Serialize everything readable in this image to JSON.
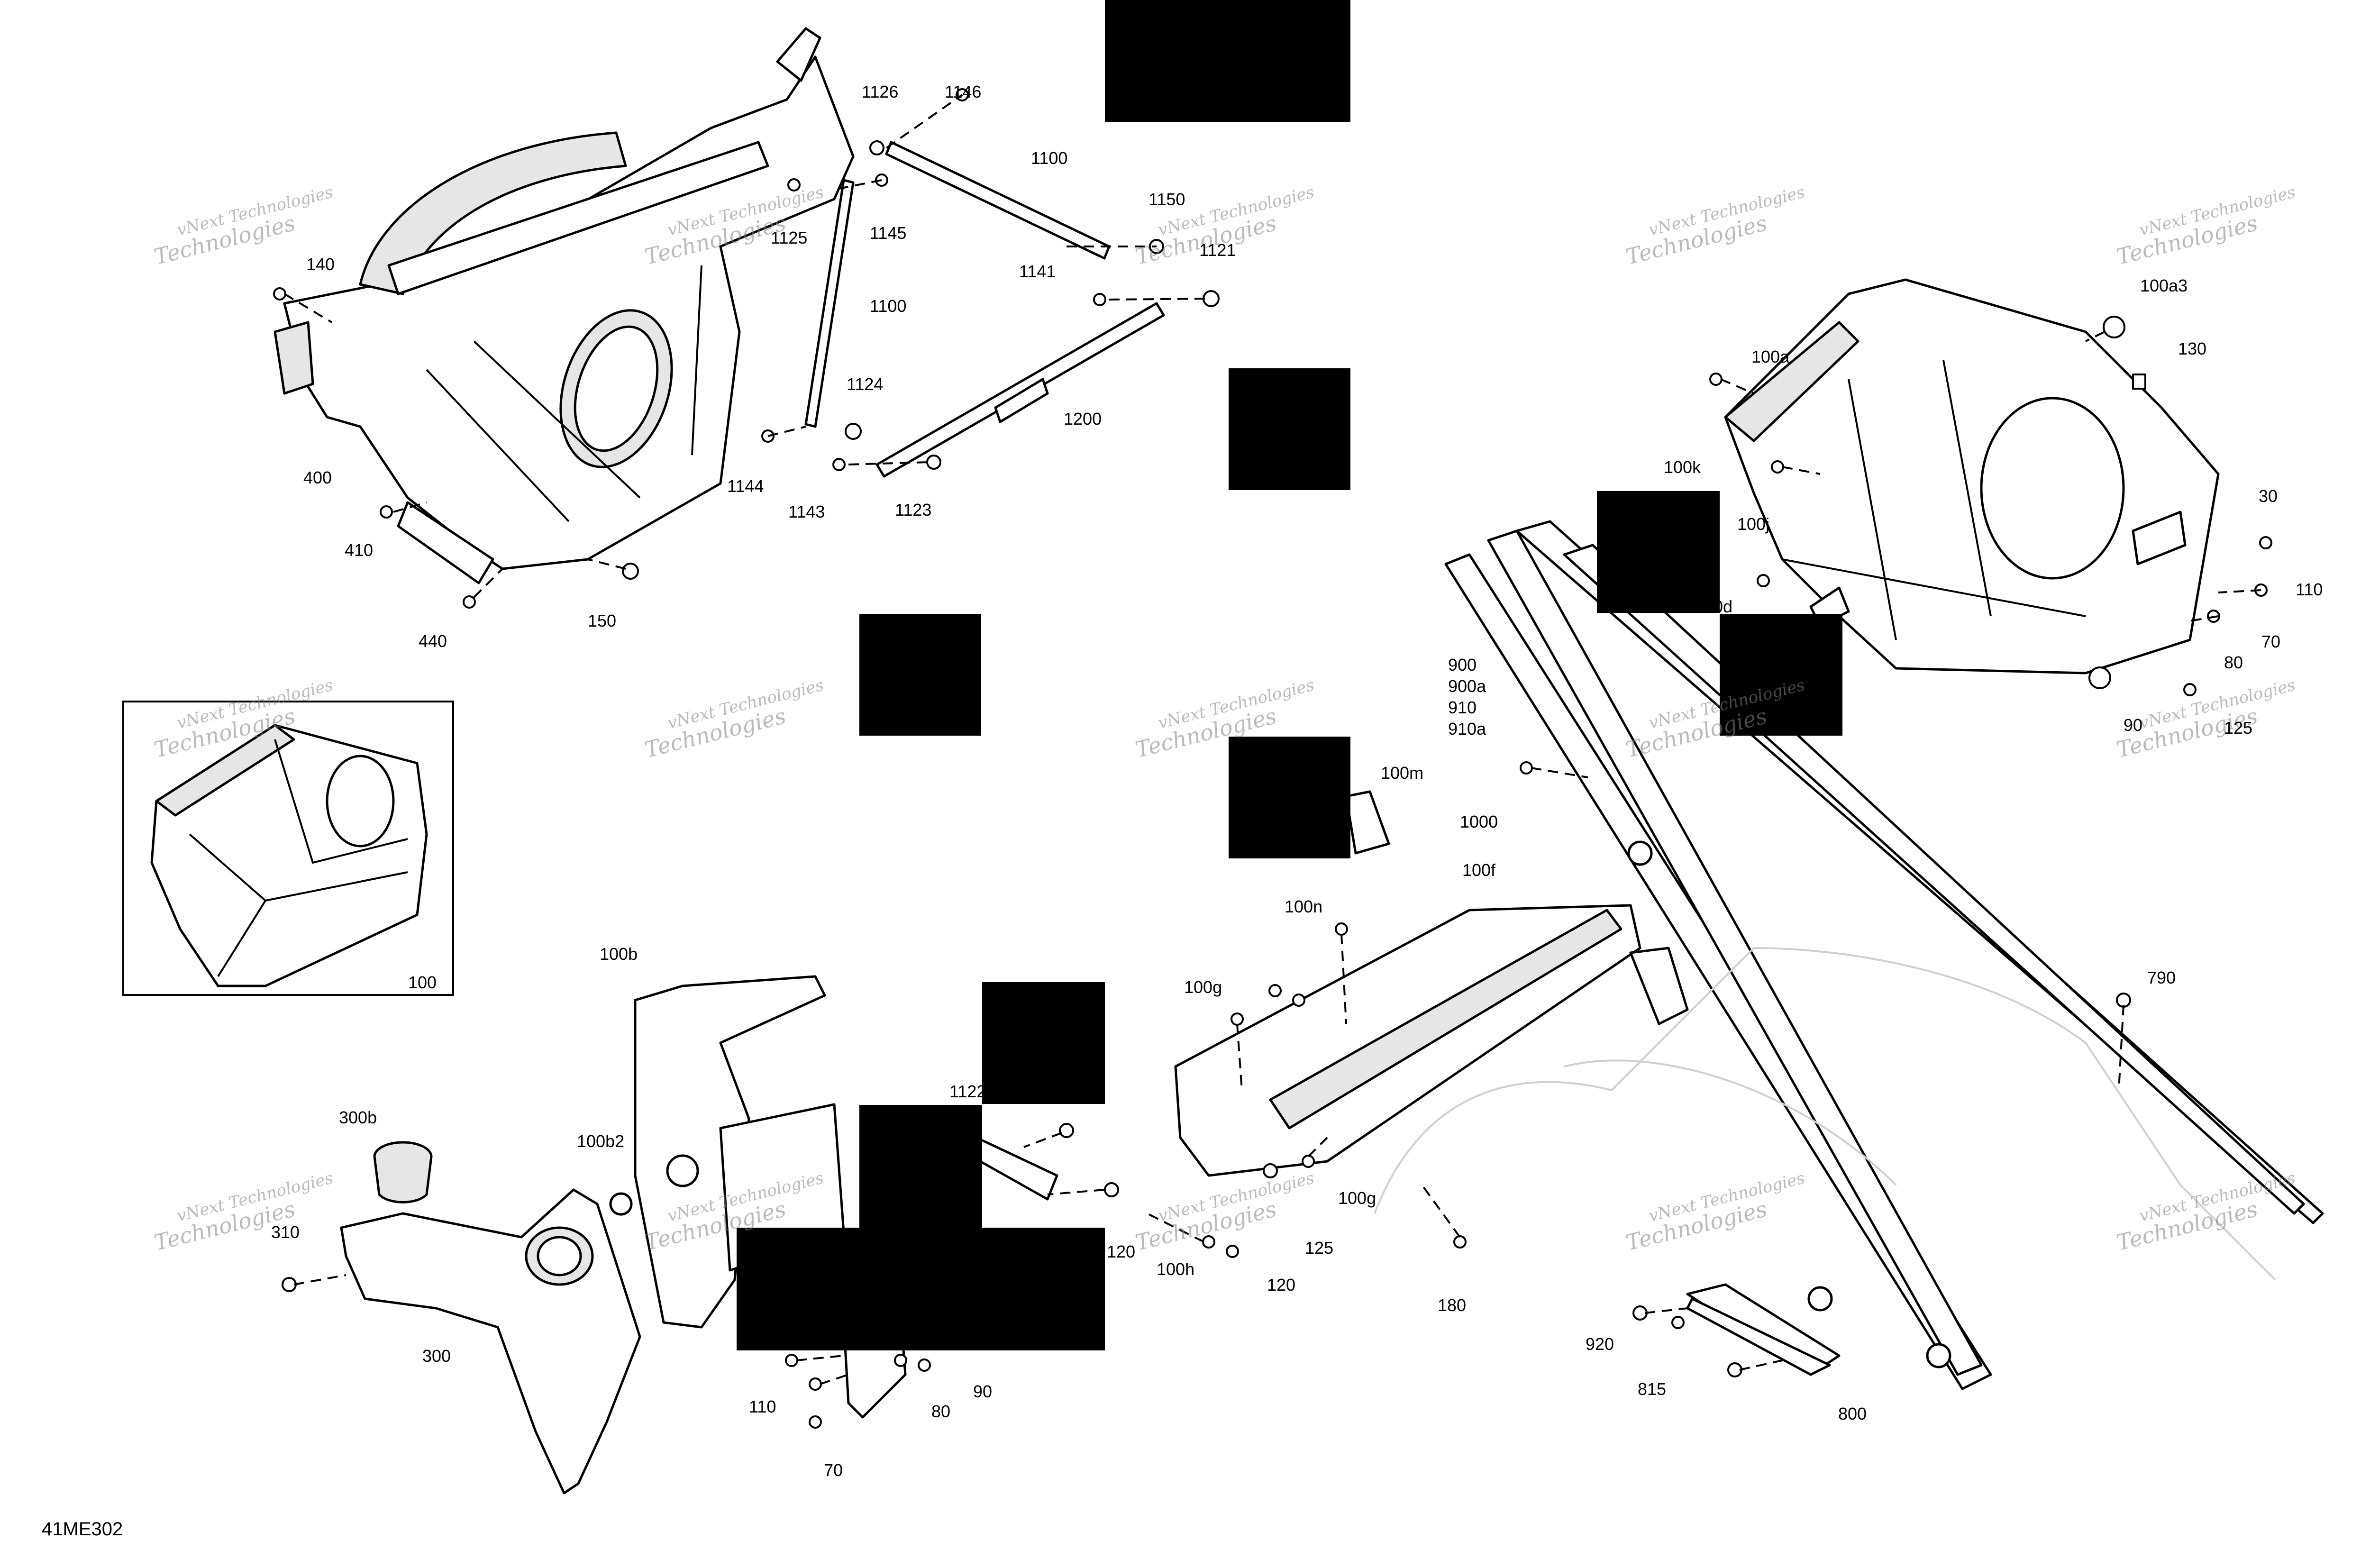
{
  "diagram": {
    "diagram_id": "41ME302",
    "watermark": {
      "line1": "vNext Technologies",
      "line2": "Technologies"
    },
    "callouts": [
      {
        "key": "c1126",
        "label": "1126"
      },
      {
        "key": "c1146",
        "label": "1146"
      },
      {
        "key": "c1100a",
        "label": "1100"
      },
      {
        "key": "c1125",
        "label": "1125"
      },
      {
        "key": "c1145",
        "label": "1145"
      },
      {
        "key": "c1150",
        "label": "1150"
      },
      {
        "key": "c1121",
        "label": "1121"
      },
      {
        "key": "c140",
        "label": "140"
      },
      {
        "key": "c1100b",
        "label": "1100"
      },
      {
        "key": "c1141",
        "label": "1141"
      },
      {
        "key": "c1124",
        "label": "1124"
      },
      {
        "key": "c1200",
        "label": "1200"
      },
      {
        "key": "c400",
        "label": "400"
      },
      {
        "key": "c1144",
        "label": "1144"
      },
      {
        "key": "c1143",
        "label": "1143"
      },
      {
        "key": "c1123",
        "label": "1123"
      },
      {
        "key": "c410",
        "label": "410"
      },
      {
        "key": "c440",
        "label": "440"
      },
      {
        "key": "c150",
        "label": "150"
      },
      {
        "key": "c100a3",
        "label": "100a3"
      },
      {
        "key": "c100a",
        "label": "100a"
      },
      {
        "key": "c130",
        "label": "130"
      },
      {
        "key": "c100k",
        "label": "100k"
      },
      {
        "key": "c100j",
        "label": "100j"
      },
      {
        "key": "c30",
        "label": "30"
      },
      {
        "key": "c110a",
        "label": "110"
      },
      {
        "key": "c0d",
        "label": "0d"
      },
      {
        "key": "c70a",
        "label": "70"
      },
      {
        "key": "c80a",
        "label": "80"
      },
      {
        "key": "c900",
        "label": "900"
      },
      {
        "key": "c900a",
        "label": "900a"
      },
      {
        "key": "c910",
        "label": "910"
      },
      {
        "key": "c910a",
        "label": "910a"
      },
      {
        "key": "c90a",
        "label": "90"
      },
      {
        "key": "c125a",
        "label": "125"
      },
      {
        "key": "c100m",
        "label": "100m"
      },
      {
        "key": "c1000",
        "label": "1000"
      },
      {
        "key": "c100f",
        "label": "100f"
      },
      {
        "key": "c100n",
        "label": "100n"
      },
      {
        "key": "c100",
        "label": "100"
      },
      {
        "key": "c100b",
        "label": "100b"
      },
      {
        "key": "c100g1",
        "label": "100g"
      },
      {
        "key": "c790",
        "label": "790"
      },
      {
        "key": "c1122",
        "label": "1122"
      },
      {
        "key": "c300b",
        "label": "300b"
      },
      {
        "key": "c100b2",
        "label": "100b2"
      },
      {
        "key": "c100g2",
        "label": "100g"
      },
      {
        "key": "c120a",
        "label": "120"
      },
      {
        "key": "c125b",
        "label": "125"
      },
      {
        "key": "c310",
        "label": "310"
      },
      {
        "key": "c100h",
        "label": "100h"
      },
      {
        "key": "c120b",
        "label": "120"
      },
      {
        "key": "c180",
        "label": "180"
      },
      {
        "key": "c300",
        "label": "300"
      },
      {
        "key": "c920",
        "label": "920"
      },
      {
        "key": "c90b",
        "label": "90"
      },
      {
        "key": "c110b",
        "label": "110"
      },
      {
        "key": "c80b",
        "label": "80"
      },
      {
        "key": "c815",
        "label": "815"
      },
      {
        "key": "c800",
        "label": "800"
      },
      {
        "key": "c70b",
        "label": "70"
      }
    ]
  }
}
